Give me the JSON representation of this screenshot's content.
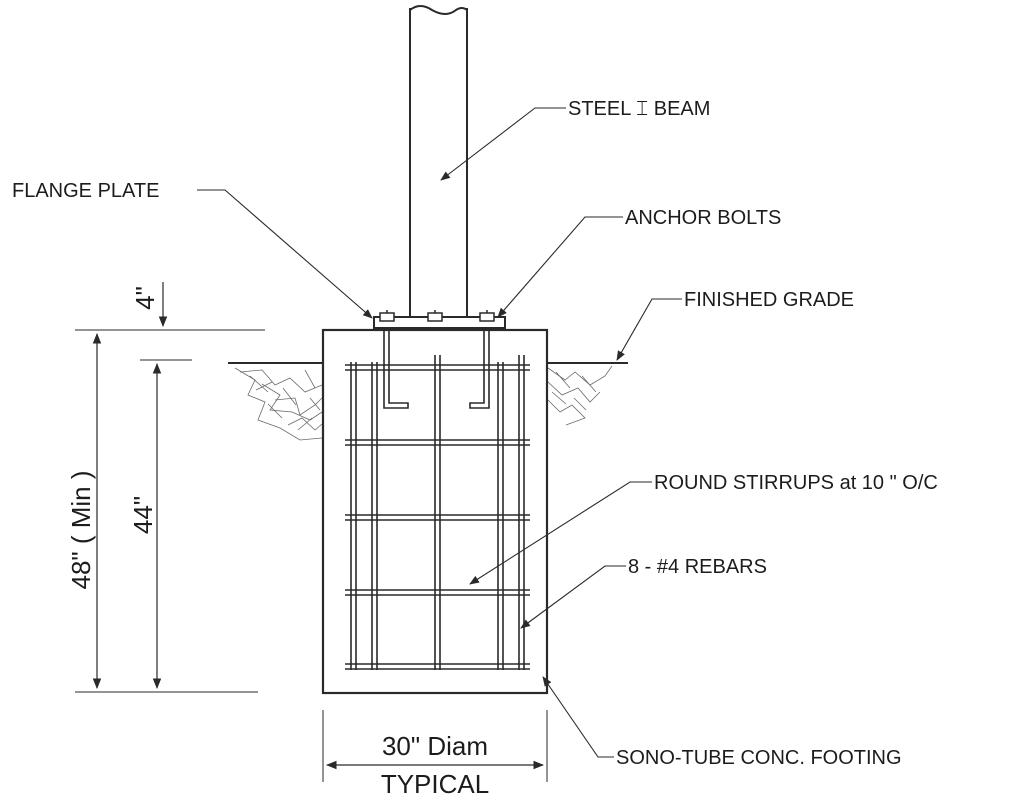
{
  "labels": {
    "steel_beam": "STEEL ⌶ BEAM",
    "flange_plate": "FLANGE PLATE",
    "anchor_bolts": "ANCHOR BOLTS",
    "finished_grade": "FINISHED GRADE",
    "stirrups": "ROUND STIRRUPS at 10 \" O/C",
    "rebars": "8 - #4 REBARS",
    "sono_tube": "SONO-TUBE CONC. FOOTING"
  },
  "dimensions": {
    "top_offset": "4\"",
    "embed_depth": "44\"",
    "total_depth": "48\" ( Min )",
    "diameter": "30\" Diam",
    "typical": "TYPICAL"
  },
  "colors": {
    "ink": "#2a2a2a",
    "paper": "#ffffff"
  }
}
